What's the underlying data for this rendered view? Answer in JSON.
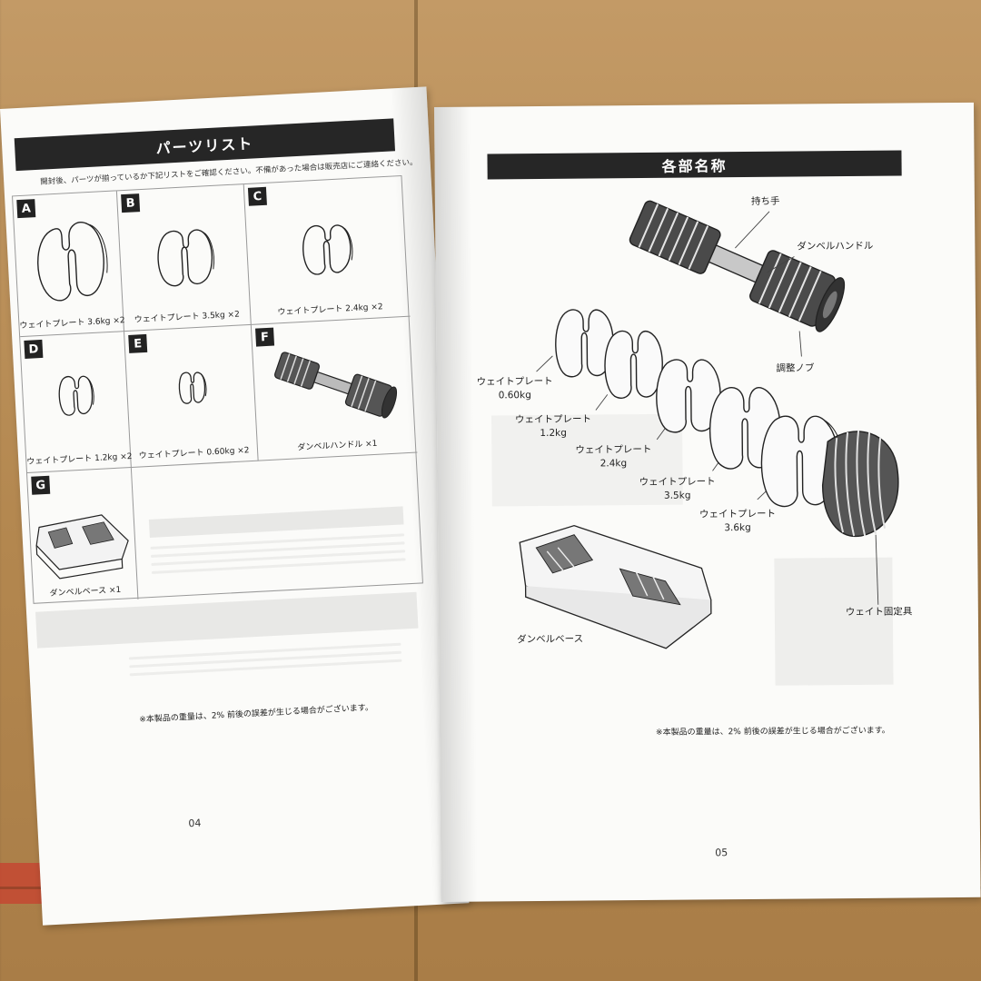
{
  "left_page": {
    "header": "パーツリスト",
    "intro": "開封後、パーツが揃っているか下記リストをご確認ください。不備があった場合は販売店にご連絡ください。",
    "parts": [
      {
        "letter": "A",
        "label": "ウェイトプレート 3.6kg ×2"
      },
      {
        "letter": "B",
        "label": "ウェイトプレート 3.5kg ×2"
      },
      {
        "letter": "C",
        "label": "ウェイトプレート 2.4kg ×2"
      },
      {
        "letter": "D",
        "label": "ウェイトプレート 1.2kg ×2"
      },
      {
        "letter": "E",
        "label": "ウェイトプレート 0.60kg ×2"
      },
      {
        "letter": "F",
        "label": "ダンベルハンドル ×1"
      },
      {
        "letter": "G",
        "label": "ダンベルベース ×1"
      }
    ],
    "note": "※本製品の重量は、2% 前後の誤差が生じる場合がございます。",
    "page_number": "04"
  },
  "right_page": {
    "header": "各部名称",
    "labels": {
      "grip": "持ち手",
      "handle": "ダンベルハンドル",
      "knob": "調整ノブ",
      "plate_060_name": "ウェイトプレート",
      "plate_060_weight": "0.60kg",
      "plate_12_name": "ウェイトプレート",
      "plate_12_weight": "1.2kg",
      "plate_24_name": "ウェイトプレート",
      "plate_24_weight": "2.4kg",
      "plate_35_name": "ウェイトプレート",
      "plate_35_weight": "3.5kg",
      "plate_36_name": "ウェイトプレート",
      "plate_36_weight": "3.6kg",
      "fixture": "ウェイト固定具",
      "base": "ダンベルベース"
    },
    "note": "※本製品の重量は、2% 前後の誤差が生じる場合がございます。",
    "page_number": "05"
  },
  "colors": {
    "header_bar": "#262626",
    "paper": "#fbfbf9",
    "desk": "#b98f5a"
  },
  "icons": [
    "weight-plate-icon",
    "dumbbell-handle-icon",
    "dumbbell-base-icon"
  ]
}
